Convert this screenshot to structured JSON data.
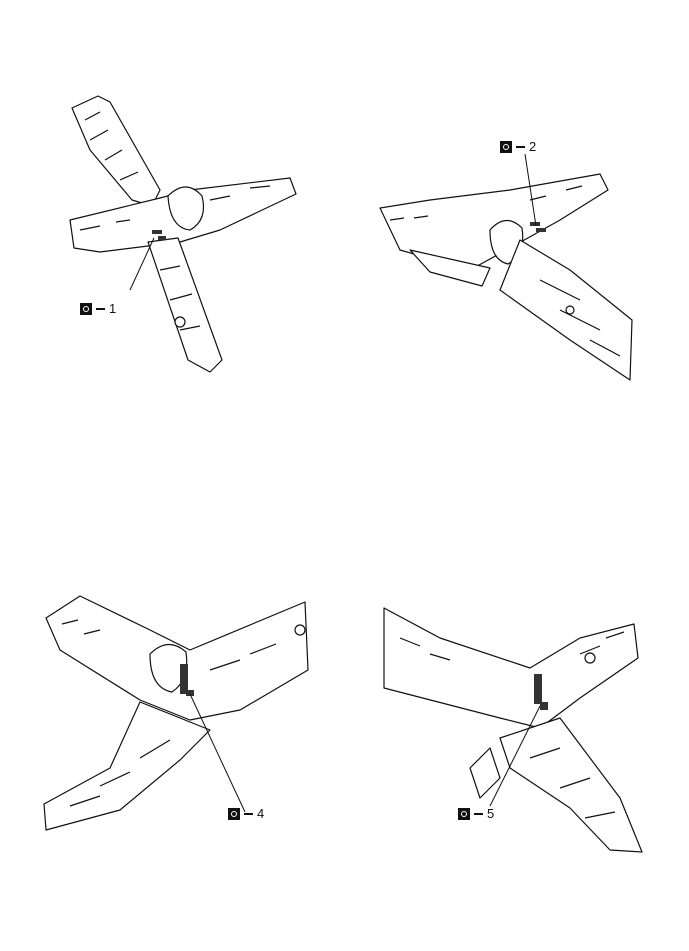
{
  "callouts": [
    {
      "symbol": "weld-spot-symbol",
      "number": "1"
    },
    {
      "symbol": "weld-spot-symbol",
      "number": "2"
    },
    {
      "symbol": "weld-spot-symbol",
      "number": "4"
    },
    {
      "symbol": "weld-spot-symbol",
      "number": "5"
    }
  ],
  "colors": {
    "line": "#111111",
    "weld": "#333333",
    "background": "#ffffff"
  }
}
